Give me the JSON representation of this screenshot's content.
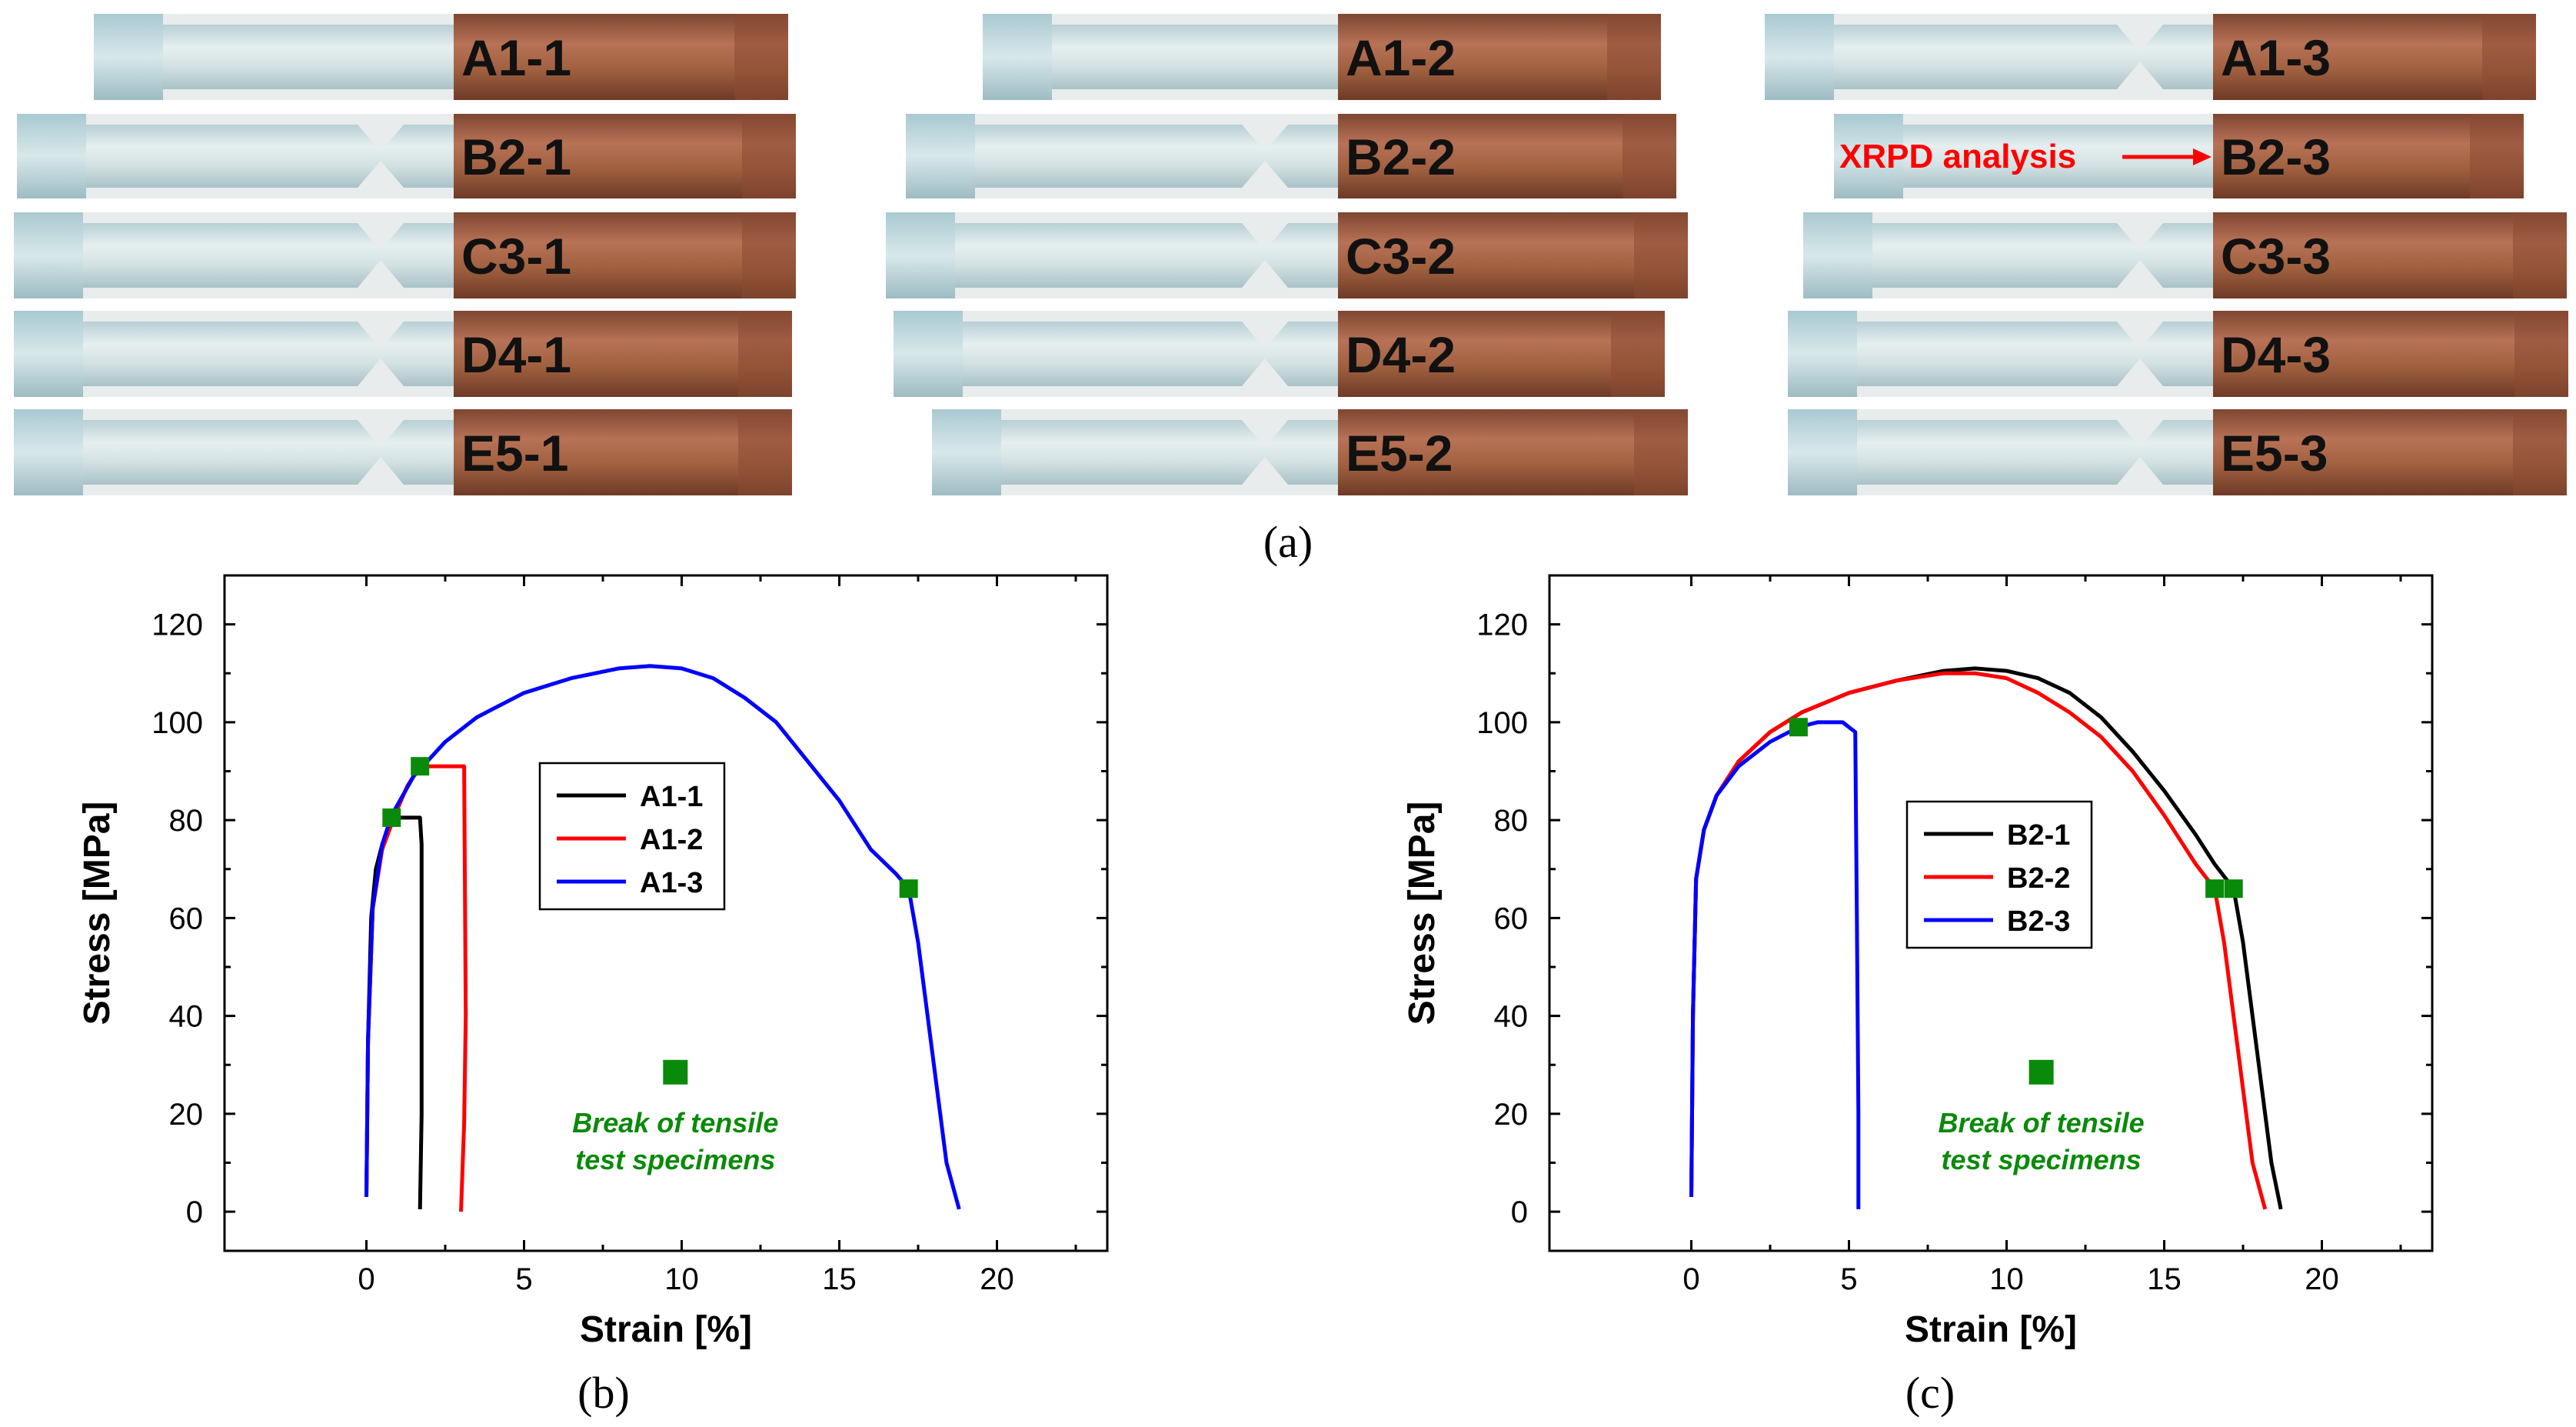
{
  "panel_labels": {
    "a": "(a)",
    "b": "(b)",
    "c": "(c)"
  },
  "specimens": {
    "columns": [
      [
        "A1-1",
        "B2-1",
        "C3-1",
        "D4-1",
        "E5-1"
      ],
      [
        "A1-2",
        "B2-2",
        "C3-2",
        "D4-2",
        "E5-2"
      ],
      [
        "A1-3",
        "B2-3",
        "C3-3",
        "D4-3",
        "E5-3"
      ]
    ],
    "broken": [
      [
        false,
        true,
        true,
        true,
        true
      ],
      [
        false,
        true,
        true,
        true,
        true
      ],
      [
        true,
        false,
        true,
        true,
        true
      ]
    ],
    "xrpd_annotation": "XRPD analysis",
    "colors": {
      "aluminium": "#c9d9dc",
      "copper": "#a36245",
      "label_text": "#111111",
      "annotation": "#ff0000"
    }
  },
  "chart_data": [
    {
      "type": "line",
      "xlabel": "Strain [%]",
      "ylabel": "Stress [MPa]",
      "xlim": [
        -4.5,
        23.5
      ],
      "ylim": [
        -8,
        130
      ],
      "xticks": [
        0,
        5,
        10,
        15,
        20
      ],
      "yticks": [
        0,
        20,
        40,
        60,
        80,
        100,
        120
      ],
      "grid": false,
      "legend_position": "center-right",
      "series": [
        {
          "name": "A1-1",
          "color": "#000000",
          "x": [
            0,
            0.05,
            0.15,
            0.3,
            0.5,
            0.75,
            1.0,
            1.7,
            1.75,
            1.75,
            1.7
          ],
          "y": [
            3,
            35,
            60,
            70,
            75,
            79,
            80.5,
            80.5,
            75,
            20,
            0.5
          ]
        },
        {
          "name": "A1-2",
          "color": "#ff0000",
          "x": [
            0,
            0.05,
            0.2,
            0.5,
            0.9,
            1.3,
            1.7,
            2.2,
            3.1,
            3.15,
            3.1,
            3.0
          ],
          "y": [
            3,
            35,
            62,
            74,
            81,
            87,
            91,
            91,
            91,
            40,
            18,
            0
          ]
        },
        {
          "name": "A1-3",
          "color": "#0000ff",
          "x": [
            0,
            0.05,
            0.2,
            0.5,
            0.8,
            1.5,
            2.5,
            3.5,
            5,
            6.5,
            8,
            9,
            10,
            11,
            12,
            13,
            14,
            15,
            16,
            16.8,
            17.2,
            17.5,
            17.8,
            18.1,
            18.4,
            18.8
          ],
          "y": [
            3,
            35,
            62,
            75,
            81,
            89,
            96,
            101,
            106,
            109,
            111,
            111.5,
            111,
            109,
            105,
            100,
            92,
            84,
            74,
            69,
            66,
            55,
            40,
            25,
            10,
            0.5
          ]
        }
      ],
      "breaks": [
        {
          "x": 0.8,
          "y": 80.5
        },
        {
          "x": 1.7,
          "y": 91
        },
        {
          "x": 17.2,
          "y": 66
        }
      ],
      "marker_color": "#0a8a0a",
      "annotation": {
        "x": 9.8,
        "y": 28.5,
        "line1": "Break of tensile",
        "line2": "test specimens"
      },
      "legend": [
        "A1-1",
        "A1-2",
        "A1-3"
      ]
    },
    {
      "type": "line",
      "xlabel": "Strain [%]",
      "ylabel": "Stress [MPa]",
      "xlim": [
        -4.5,
        23.5
      ],
      "ylim": [
        -8,
        130
      ],
      "xticks": [
        0,
        5,
        10,
        15,
        20
      ],
      "yticks": [
        0,
        20,
        40,
        60,
        80,
        100,
        120
      ],
      "grid": false,
      "legend_position": "center-right",
      "series": [
        {
          "name": "B2-1",
          "color": "#000000",
          "x": [
            0,
            0.05,
            0.15,
            0.4,
            0.8,
            1.5,
            2.5,
            3.5,
            5,
            6.5,
            8,
            9,
            10,
            11,
            12,
            13,
            14,
            15,
            16,
            16.6,
            17.2,
            17.5,
            17.8,
            18.1,
            18.4,
            18.7
          ],
          "y": [
            3,
            40,
            68,
            78,
            85,
            92,
            98,
            102,
            106,
            108.5,
            110.5,
            111,
            110.5,
            109,
            106,
            101,
            94,
            86,
            77,
            71,
            66,
            55,
            40,
            25,
            10,
            0.5
          ]
        },
        {
          "name": "B2-2",
          "color": "#ff0000",
          "x": [
            0,
            0.05,
            0.15,
            0.4,
            0.8,
            1.5,
            2.5,
            3.5,
            5,
            6.5,
            8,
            9,
            10,
            11,
            12,
            13,
            14,
            15,
            16,
            16.6,
            16.9,
            17.2,
            17.5,
            17.8,
            18.2
          ],
          "y": [
            3,
            40,
            68,
            78,
            85,
            92,
            98,
            102,
            106,
            108.5,
            110,
            110,
            109,
            106,
            102,
            97,
            90,
            81,
            71,
            66,
            55,
            40,
            25,
            10,
            0.5
          ]
        },
        {
          "name": "B2-3",
          "color": "#0000ff",
          "x": [
            0,
            0.05,
            0.15,
            0.4,
            0.8,
            1.5,
            2.5,
            3.4,
            4.0,
            4.8,
            5.2,
            5.25,
            5.3,
            5.3
          ],
          "y": [
            3,
            40,
            68,
            78,
            85,
            91,
            96,
            99,
            100,
            100,
            98,
            60,
            20,
            0.5
          ]
        }
      ],
      "breaks": [
        {
          "x": 3.4,
          "y": 99
        },
        {
          "x": 16.6,
          "y": 66
        },
        {
          "x": 17.2,
          "y": 66
        }
      ],
      "marker_color": "#0a8a0a",
      "annotation": {
        "x": 11.1,
        "y": 28.5,
        "line1": "Break of tensile",
        "line2": "test specimens"
      },
      "legend": [
        "B2-1",
        "B2-2",
        "B2-3"
      ]
    }
  ]
}
